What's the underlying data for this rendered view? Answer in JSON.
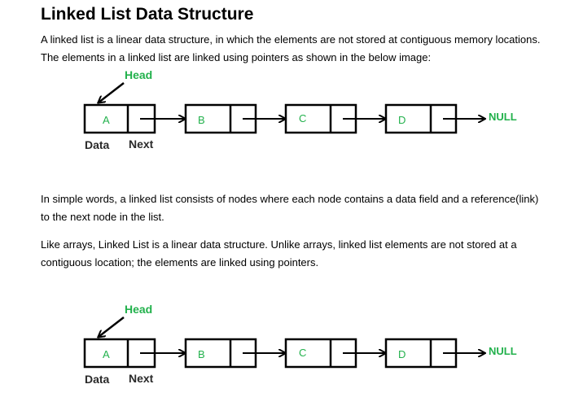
{
  "title": "Linked List Data Structure",
  "paragraph1": "A linked list is a linear data structure, in which the elements are not stored at contiguous memory locations. The elements in a linked list are linked using pointers as shown in the below image:",
  "paragraph2": "In simple words, a linked list consists of nodes where each node contains a data field and a reference(link) to the next node in the list.",
  "paragraph3": "Like arrays, Linked List is a linear data structure. Unlike arrays, linked list elements are not stored at a contiguous location; the elements are linked using pointers.",
  "diagram": {
    "head_label": "Head",
    "nodes": [
      "A",
      "B",
      "C",
      "D"
    ],
    "null_label": "NULL",
    "data_label": "Data",
    "next_label": "Next"
  },
  "colors": {
    "label_green": "#22b14c",
    "caption_dark": "#2a2a2a"
  }
}
